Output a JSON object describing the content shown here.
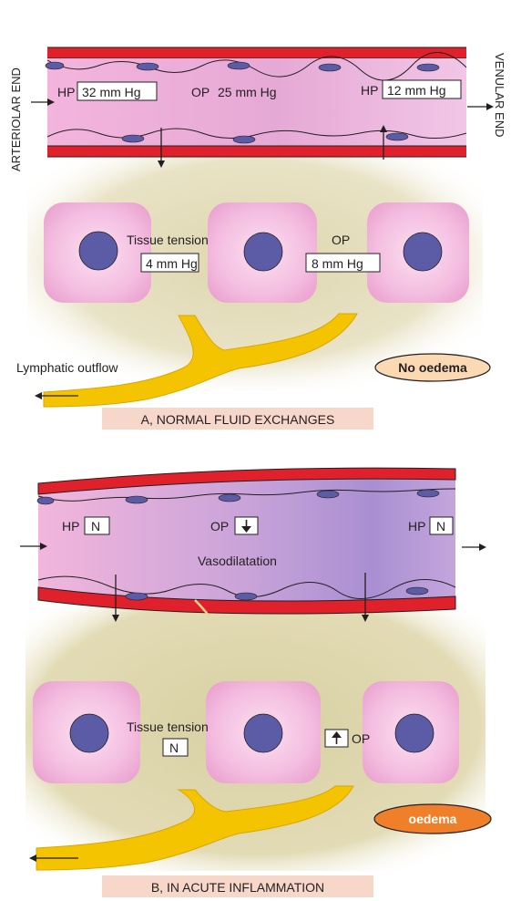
{
  "panel_a": {
    "side_left": "ARTERIOLAR END",
    "side_right": "VENULAR END",
    "hp_left_label": "HP",
    "hp_left_value": "32 mm Hg",
    "op_vessel_label": "OP",
    "op_vessel_value": "25 mm Hg",
    "hp_right_label": "HP",
    "hp_right_value": "12 mm Hg",
    "tissue_tension_label": "Tissue tension",
    "tissue_tension_value": "4 mm Hg",
    "op_tissue_label": "OP",
    "op_tissue_value": "8 mm Hg",
    "lymphatic_label": "Lymphatic outflow",
    "badge": "No oedema",
    "caption": "A, NORMAL FLUID EXCHANGES"
  },
  "panel_b": {
    "hp_left_label": "HP",
    "hp_left_value": "N",
    "op_vessel_label": "OP",
    "op_vessel_symbol": "down-arrow-icon",
    "hp_right_label": "HP",
    "hp_right_value": "N",
    "vessel_label": "Vasodilatation",
    "tissue_tension_label": "Tissue tension",
    "tissue_tension_value": "N",
    "op_tissue_label": "OP",
    "op_tissue_symbol": "up-arrow-icon",
    "badge": "oedema",
    "caption": "B, IN ACUTE INFLAMMATION"
  },
  "colors": {
    "vessel_wall": "#e0212b",
    "lumen_pink": "#f2b8dc",
    "lumen_purple": "#b49ad6",
    "cell_pink": "#f3b3d8",
    "nucleus": "#5c5ba5",
    "interstitium": "#e3dcb4",
    "lymphatic": "#f5c400",
    "caption_bg": "#f6d7c9",
    "badge_a": "#fbd9b3",
    "badge_b": "#f07f2a"
  }
}
